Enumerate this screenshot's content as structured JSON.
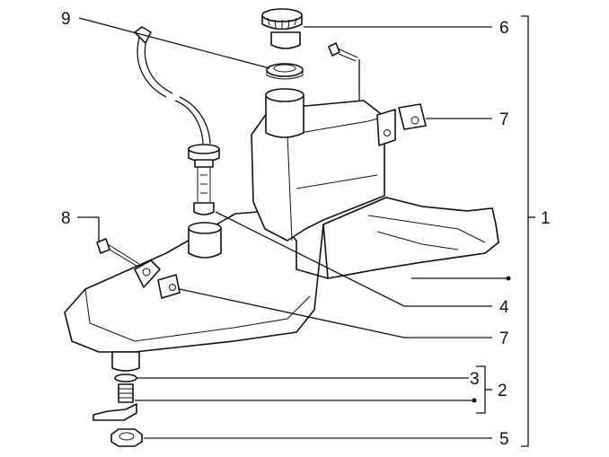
{
  "callouts": {
    "c1": "1",
    "c2": "2",
    "c3": "3",
    "c4": "4",
    "c5": "5",
    "c6": "6",
    "c7_top": "7",
    "c7_bottom": "7",
    "c8": "8",
    "c9": "9"
  },
  "colors": {
    "ink": "#111111",
    "paper": "#ffffff"
  }
}
